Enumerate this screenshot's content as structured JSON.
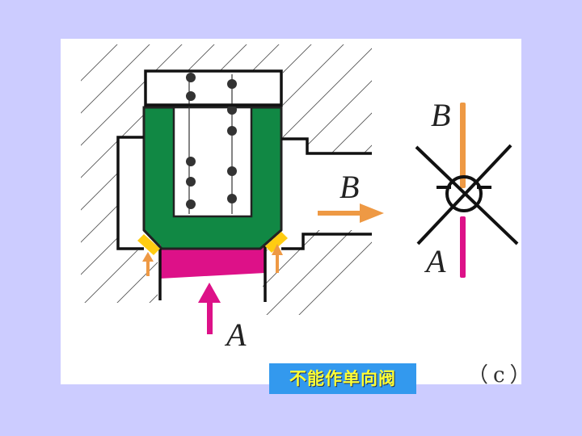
{
  "diagram": {
    "caption": "不能作单向阀",
    "figure_label": "（c）",
    "port_labels": {
      "B_side": "B",
      "A_bottom": "A",
      "B_symbol": "B",
      "A_symbol": "A"
    },
    "colors": {
      "background": "#ccccff",
      "panel": "#ffffff",
      "piston": "#118844",
      "seal_chamber": "#dd1188",
      "seal_lip": "#ffcc11",
      "flow_B": "#ee9944",
      "flow_A": "#dd1188",
      "caption_bg": "#3399ee",
      "caption_text": "#ffff33"
    },
    "components": [
      "housing-hatching",
      "spring-chamber",
      "green-piston",
      "magenta-inlet-chamber",
      "yellow-seal-lips",
      "orange-leak-arrows",
      "outlet-port-B",
      "inlet-arrow-A",
      "check-valve-symbol-crossed-out"
    ]
  }
}
